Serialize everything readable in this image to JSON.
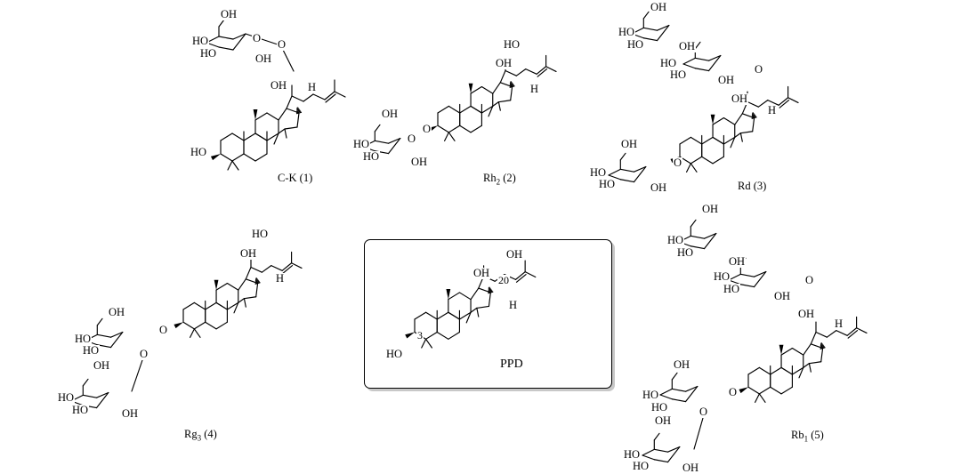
{
  "figure": {
    "compounds": [
      {
        "id": "ck",
        "name": "C-K",
        "number": "(1)"
      },
      {
        "id": "rh2",
        "name": "Rh",
        "sub": "2",
        "number": "(2)"
      },
      {
        "id": "rd",
        "name": "Rd",
        "number": "(3)"
      },
      {
        "id": "rg3",
        "name": "Rg",
        "sub": "3",
        "number": "(4)"
      },
      {
        "id": "ppd",
        "name": "PPD",
        "position_labels": [
          "20",
          "3"
        ]
      },
      {
        "id": "rb1",
        "name": "Rb",
        "sub": "1",
        "number": "(5)"
      }
    ]
  },
  "atoms": {
    "oh": "OH",
    "ho": "HO",
    "o": "O",
    "h": "H"
  }
}
